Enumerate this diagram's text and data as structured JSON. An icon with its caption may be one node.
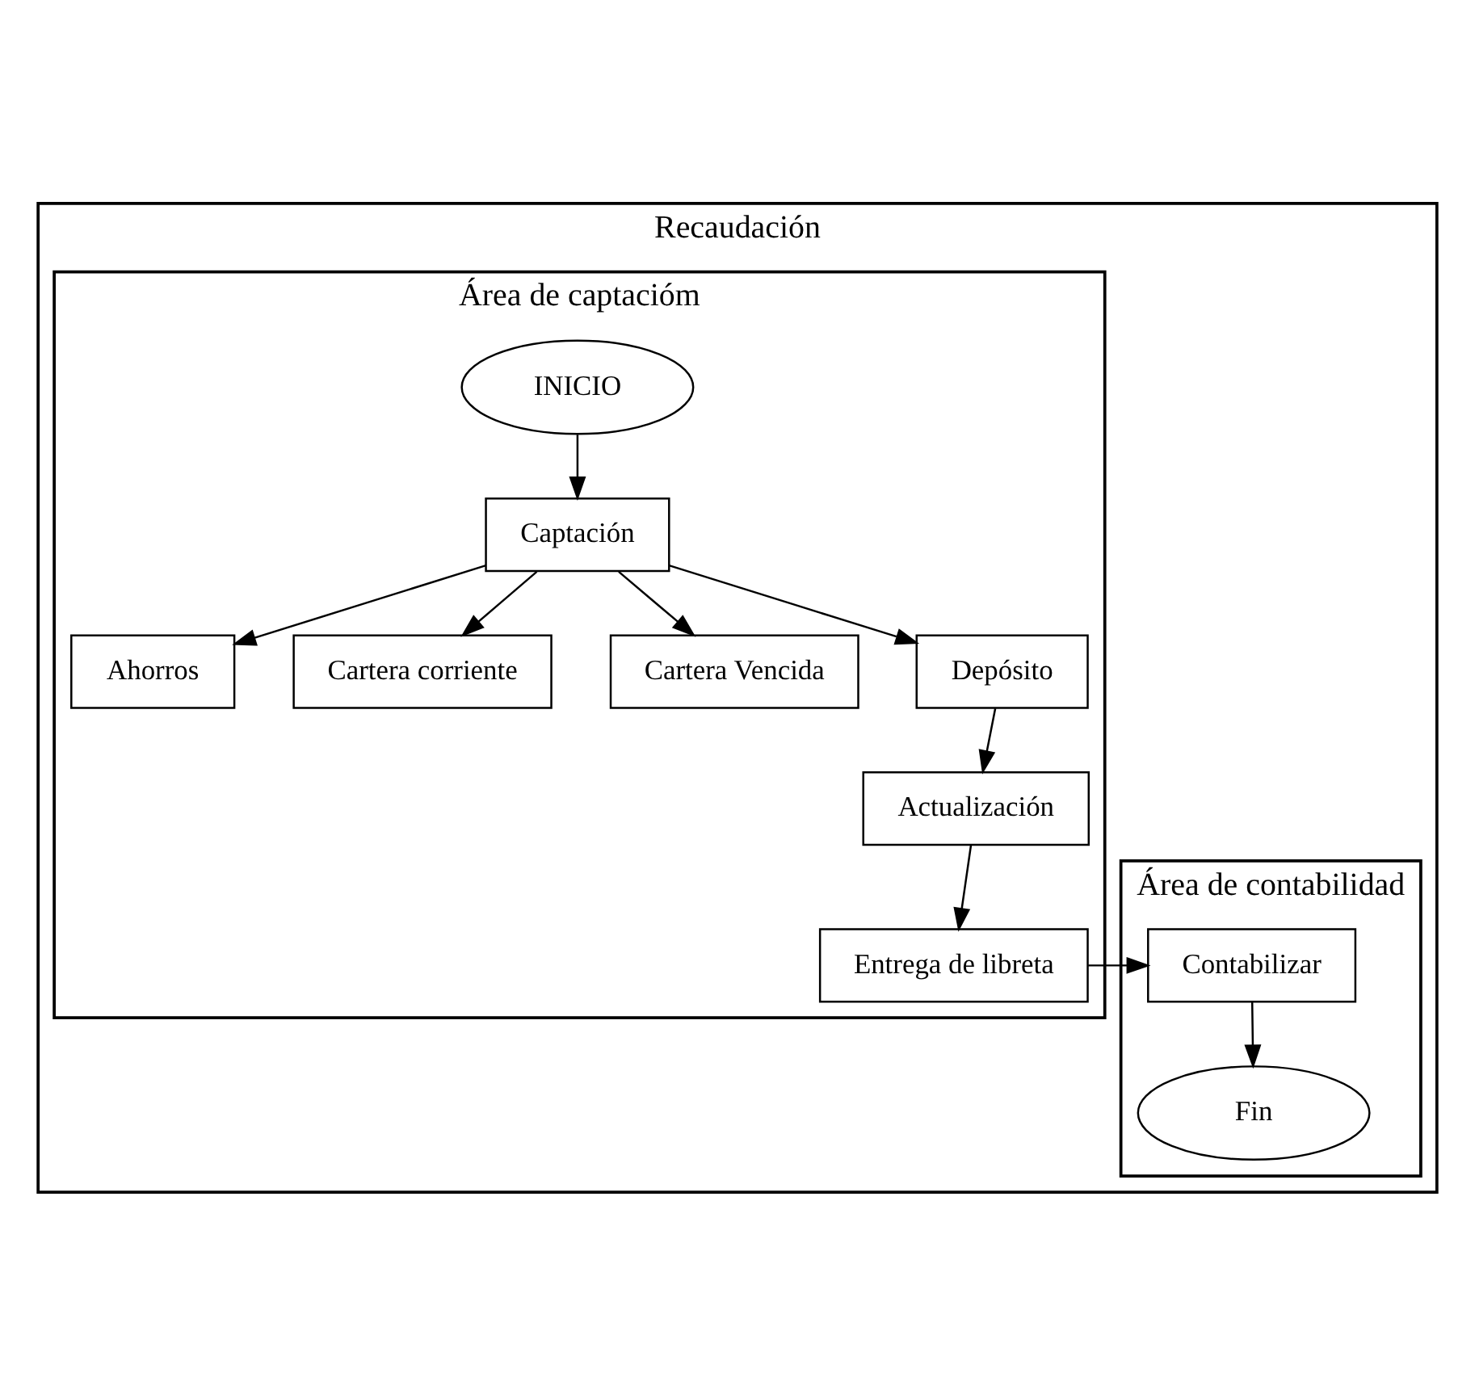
{
  "diagram": {
    "nodes": [
      {
        "text": [
          "Recaudación"
        ]
      },
      {
        "text": [
          "Área de captacióm"
        ],
        "in": 0
      },
      {
        "text": [
          "Área de contabilidad"
        ],
        "in": 0
      },
      {
        "text": [
          "INICIO"
        ],
        "in": 1
      },
      {
        "text": [
          "Captación"
        ],
        "in": 1
      },
      {
        "text": [
          "Ahorros"
        ],
        "in": 1
      },
      {
        "text": [
          "Cartera corriente"
        ],
        "in": 1
      },
      {
        "text": [
          "Cartera Vencida"
        ],
        "in": 1
      },
      {
        "text": [
          "Depósito"
        ],
        "in": 1
      },
      {
        "text": [
          "Actualización"
        ],
        "in": 1
      },
      {
        "text": [
          "Entrega de libreta"
        ],
        "in": 1
      },
      {
        "text": [
          "Contabilizar"
        ],
        "in": 2
      },
      {
        "text": [
          "Fin"
        ],
        "in": 2
      }
    ],
    "edges": [
      {
        "from": 3,
        "to": 4,
        "arrow": "to"
      },
      {
        "from": 4,
        "to": 5,
        "arrow": "to"
      },
      {
        "from": 4,
        "to": 6,
        "arrow": "to"
      },
      {
        "from": 4,
        "to": 7,
        "arrow": "to"
      },
      {
        "from": 4,
        "to": 8,
        "arrow": "to"
      },
      {
        "from": 8,
        "to": 9,
        "arrow": "to"
      },
      {
        "from": 9,
        "to": 10,
        "arrow": "to"
      },
      {
        "from": 10,
        "to": 11,
        "arrow": "to"
      },
      {
        "from": 11,
        "to": 12,
        "arrow": "to"
      }
    ]
  }
}
